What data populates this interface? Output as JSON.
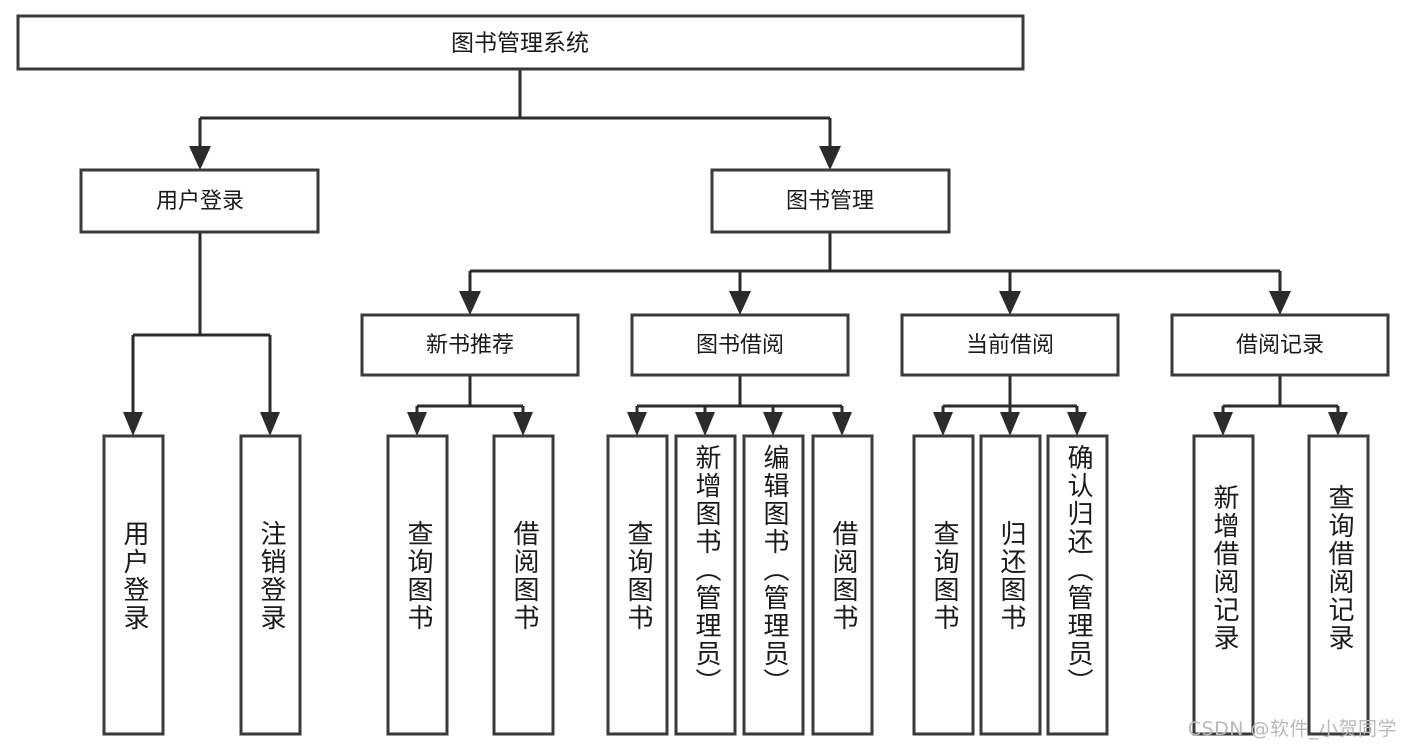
{
  "diagram": {
    "type": "tree-hierarchy-chart",
    "title": "图书管理系统",
    "orientation": "top-down",
    "colors": {
      "box_stroke": "#3a3a3a",
      "box_fill": "#ffffff",
      "connector": "#2b2b2b",
      "text": "#1a1a1a",
      "background": "#ffffff",
      "watermark": "#b9b9b9"
    },
    "root": {
      "id": "root",
      "label": "图书管理系统"
    },
    "level1": [
      {
        "id": "user-login",
        "label": "用户登录"
      },
      {
        "id": "book-management",
        "label": "图书管理"
      }
    ],
    "level2": [
      {
        "id": "new-book-recommend",
        "label": "新书推荐",
        "parent": "book-management"
      },
      {
        "id": "book-borrow",
        "label": "图书借阅",
        "parent": "book-management"
      },
      {
        "id": "current-borrow",
        "label": "当前借阅",
        "parent": "book-management"
      },
      {
        "id": "borrow-record",
        "label": "借阅记录",
        "parent": "book-management"
      }
    ],
    "leaves": [
      {
        "id": "leaf-user-login",
        "label": "用户登录",
        "parent": "user-login"
      },
      {
        "id": "leaf-user-logout",
        "label": "注销登录",
        "parent": "user-login"
      },
      {
        "id": "leaf-query-book-1",
        "label": "查询图书",
        "parent": "new-book-recommend"
      },
      {
        "id": "leaf-borrow-book-1",
        "label": "借阅图书",
        "parent": "new-book-recommend"
      },
      {
        "id": "leaf-query-book-2",
        "label": "查询图书",
        "parent": "book-borrow"
      },
      {
        "id": "leaf-add-book",
        "label": "新增图书（管理员）",
        "parent": "book-borrow"
      },
      {
        "id": "leaf-edit-book",
        "label": "编辑图书（管理员）",
        "parent": "book-borrow"
      },
      {
        "id": "leaf-borrow-book-2",
        "label": "借阅图书",
        "parent": "book-borrow"
      },
      {
        "id": "leaf-query-book-3",
        "label": "查询图书",
        "parent": "current-borrow"
      },
      {
        "id": "leaf-return-book",
        "label": "归还图书",
        "parent": "current-borrow"
      },
      {
        "id": "leaf-confirm-return",
        "label": "确认归还（管理员）",
        "parent": "current-borrow"
      },
      {
        "id": "leaf-add-record",
        "label": "新增借阅记录",
        "parent": "borrow-record"
      },
      {
        "id": "leaf-query-record",
        "label": "查询借阅记录",
        "parent": "borrow-record"
      }
    ],
    "watermark": "CSDN @软件_小贺同学"
  }
}
